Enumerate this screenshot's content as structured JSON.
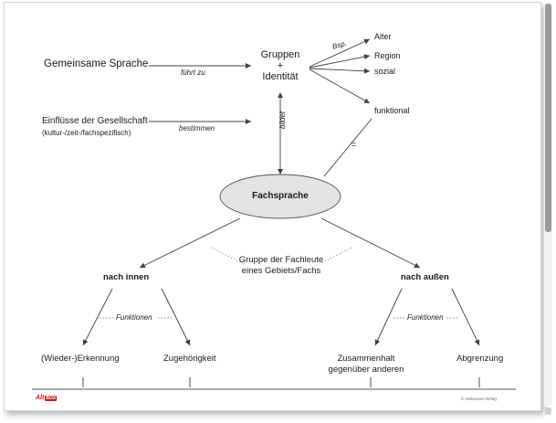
{
  "nodes": {
    "gemeinsame_sprache": "Gemeinsame Sprache",
    "einfluesse_line1": "Einflüsse der Gesellschaft",
    "einfluesse_line2": "(kultur-/zeit-/fachspezifisch)",
    "gruppen_line1": "Gruppen",
    "gruppen_plus": "+",
    "gruppen_line2": "Identität",
    "fachsprache": "Fachsprache",
    "gruppe_line1": "Gruppe der Fachleute",
    "gruppe_line2": "eines Gebiets/Fachs",
    "nach_innen": "nach innen",
    "nach_aussen": "nach außen",
    "wiedererkennung": "(Wieder-)Erkennung",
    "zugehoerigkeit": "Zugehörigkeit",
    "zusammenhalt_line1": "Zusammenhalt",
    "zusammenhalt_line2": "gegenüber anderen",
    "abgrenzung": "Abgrenzung"
  },
  "examples": [
    "Alter",
    "Region",
    "sozial",
    "funktional"
  ],
  "edge_labels": {
    "fuehrt_zu": "führt zu",
    "bestimmen": "bestimmen",
    "bildet": "bildet",
    "bsp": "Bsp.",
    "equals": "=",
    "funktionen_left": "Funktionen",
    "funktionen_right": "Funktionen"
  },
  "footer": {
    "logo": "Alt",
    "logo_mark": "BOX",
    "copyright": "© Seitenaus-Verlag"
  },
  "colors": {
    "ellipse_fill": "#e3e3e3",
    "line": "#404040",
    "dotted": "#9a9a9a",
    "logo": "#c51d1d"
  }
}
